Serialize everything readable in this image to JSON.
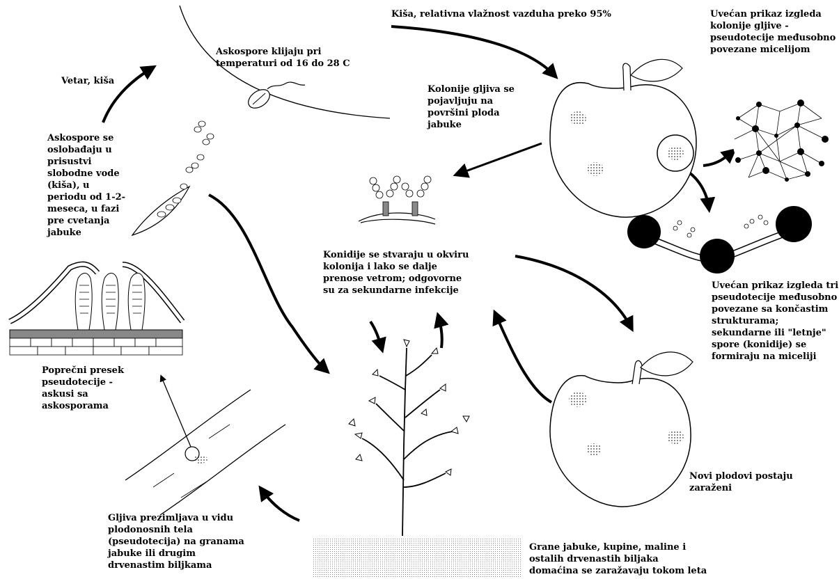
{
  "labels": {
    "rain_humidity": "Kiša, relativna vlažnost vazduha preko 95%",
    "zoom_colony": "Uvećan prikaz izgleda\nkolonije gljive -\npseudotecije međusobno\npovezane     micelijom",
    "ascospore_germination": "Askospore klijaju pri\ntemperaturi od 16 do 28 C",
    "wind_rain": "Vetar, kiša",
    "colonies_appear": "Kolonije gljiva se\npojavljuju na\npovršini ploda\njabuke",
    "ascospores_released": "Askospore se\noslobađaju u\nprisustvi\nslobodne vode\n(kiša), u\nperiodu od 1-2-\nmeseca, u fazi\npre cvetanja\njabuke",
    "conidia_formed": "Konidije se stvaraju u okviru\nkolonija i lako se dalje\nprenose vetrom; odgovorne\nsu za sekundarne infekcije",
    "zoom_three": "Uvećan prikaz izgleda tri\npseudotecije međusobno\npovezane sa končastim\nstrukturama;\nsekundarne ili \"letnje\"\nspore (konidije) se\nformiraju na miceliji",
    "cross_section": "Poprečni presek\npseudotecije -\naskusi sa\naskosporama",
    "new_fruits_infected": "Novi plodovi postaju\nzaraženi",
    "overwintering": "Gljiva prezimljava u vidu\nplodonosnih tela\n(pseudotecija) na granama\njabuke ili drugim\ndrvenastim biljkama",
    "branches_infected": "Grane jabuke, kupine, maline i\nostalih drvenastih biljaka\ndomaćina se zaražavaju tokom leta"
  }
}
